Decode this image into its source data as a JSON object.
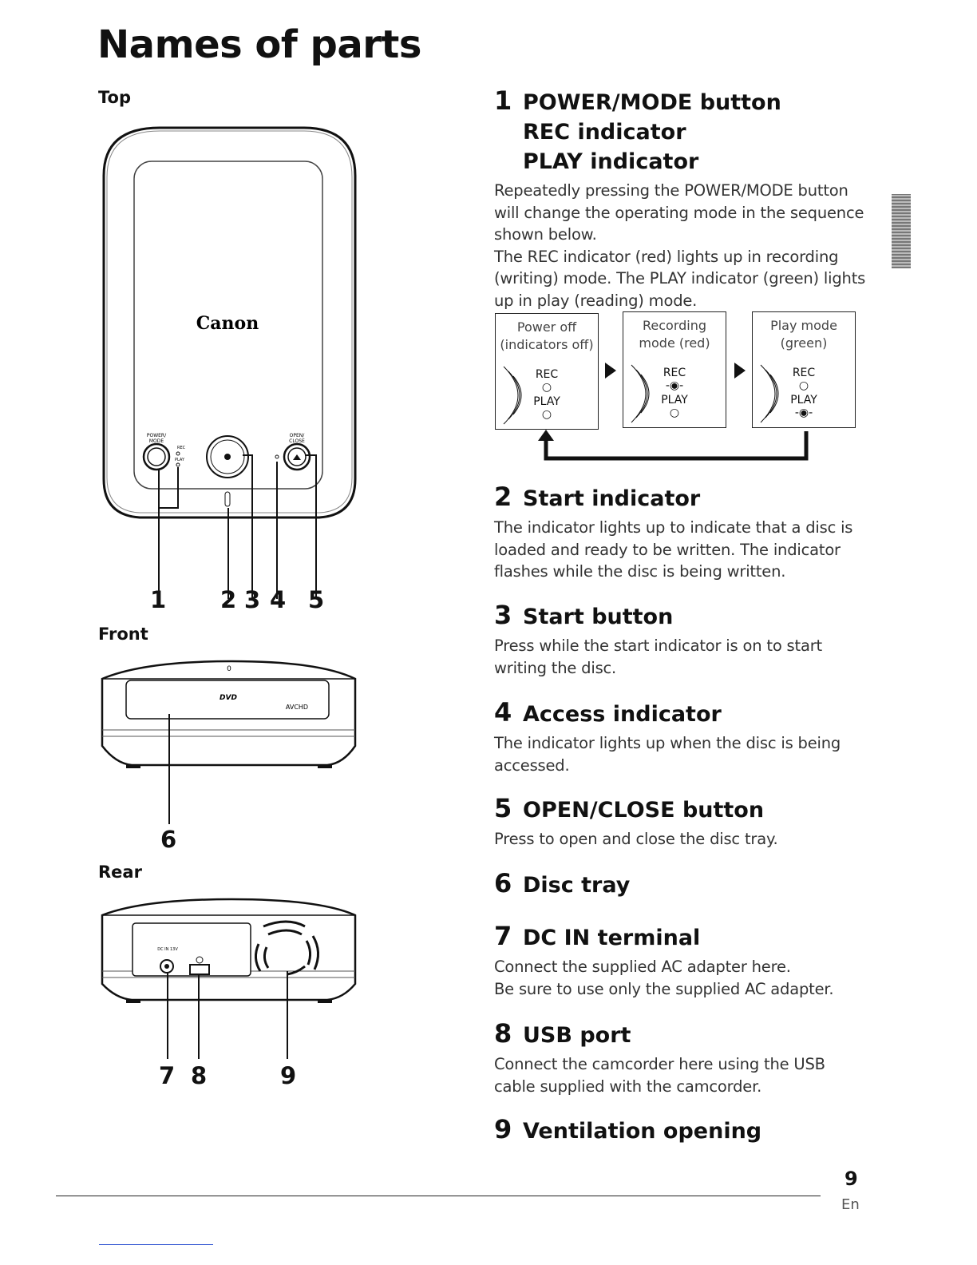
{
  "page_title": "Names of parts",
  "sections": {
    "top": "Top",
    "front": "Front",
    "rear": "Rear"
  },
  "diagram": {
    "brand": "Canon",
    "power_mode_label": "POWER/\nMODE",
    "rec_label": "REC",
    "play_label": "PLAY",
    "open_close_label": "OPEN/\nCLOSE",
    "dc_in_label": "DC IN 13V",
    "avchd_label": "AVCHD",
    "dvd_label": "DVD",
    "top_numbers": [
      "1",
      "2",
      "3",
      "4",
      "5"
    ],
    "front_numbers": [
      "6"
    ],
    "rear_numbers": [
      "7",
      "8",
      "9"
    ]
  },
  "items": [
    {
      "num": "1",
      "title": "POWER/MODE button",
      "subtitles": [
        "REC indicator",
        "PLAY indicator"
      ],
      "text": "Repeatedly pressing the POWER/MODE button\nwill change the operating mode in the sequence\nshown below.\nThe REC indicator (red) lights up in recording\n(writing) mode. The PLAY indicator (green) lights\nup in play (reading) mode."
    },
    {
      "num": "2",
      "title": "Start indicator",
      "text": "The indicator lights up to indicate that a disc is\nloaded and ready to be written. The indicator\nflashes while the disc is being written."
    },
    {
      "num": "3",
      "title": "Start button",
      "text": "Press while the start indicator is on to start\nwriting the disc."
    },
    {
      "num": "4",
      "title": "Access indicator",
      "text": "The indicator lights up when the disc is being\naccessed."
    },
    {
      "num": "5",
      "title": "OPEN/CLOSE button",
      "text": "Press to open and close the disc tray."
    },
    {
      "num": "6",
      "title": "Disc tray",
      "text": ""
    },
    {
      "num": "7",
      "title": "DC IN terminal",
      "text": "Connect the supplied AC adapter here.\nBe sure to use only the supplied AC adapter."
    },
    {
      "num": "8",
      "title": "USB port",
      "text": "Connect the camcorder here using the USB\ncable supplied with the camcorder."
    },
    {
      "num": "9",
      "title": "Ventilation opening",
      "text": ""
    }
  ],
  "mode_sequence": [
    {
      "label": "Power off\n(indicators off)",
      "rec": "REC",
      "play": "PLAY",
      "lit": "none"
    },
    {
      "label": "Recording\nmode (red)",
      "rec": "REC",
      "play": "PLAY",
      "lit": "rec"
    },
    {
      "label": "Play mode\n(green)",
      "rec": "REC",
      "play": "PLAY",
      "lit": "play"
    }
  ],
  "footer": {
    "page_number": "9",
    "language": "En"
  }
}
